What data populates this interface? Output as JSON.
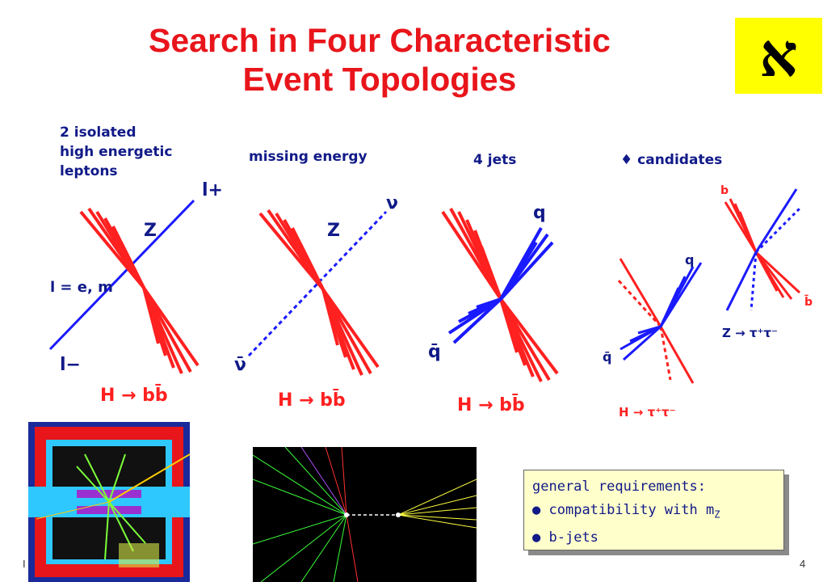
{
  "slide": {
    "title_line1": "Search in Four Characteristic",
    "title_line2": "Event Topologies",
    "page_number": "4",
    "footer_fragment": "I"
  },
  "topologies": [
    {
      "label_lines": [
        "2 isolated",
        "high energetic",
        "leptons"
      ],
      "boson": "Z",
      "lepton_plus": "l+",
      "lepton_minus": "l−",
      "lepton_def": "l = e, m",
      "decay": "H → bb̄"
    },
    {
      "label": "missing energy",
      "boson": "Z",
      "nu": "ν",
      "nubar": "ν̄",
      "decay": "H → bb̄"
    },
    {
      "label": "4 jets",
      "q": "q",
      "qbar": "q̄",
      "decay": "H → bb̄"
    },
    {
      "label": "♦ candidates",
      "q": "q",
      "qbar": "q̄",
      "b": "b",
      "bbar": "b̄",
      "decay_h": "H → τ⁺τ⁻",
      "decay_z": "Z → τ⁺τ⁻"
    }
  ],
  "requirements": {
    "heading": "general requirements:",
    "items": [
      "compatibility with m",
      "b-jets"
    ],
    "subscript": "Z",
    "bullet": "●"
  },
  "colors": {
    "title": "#e8151b",
    "label": "#111a88",
    "red_line": "#ff2020",
    "blue_line": "#1a1aff",
    "logo_bg": "#ffff00"
  }
}
